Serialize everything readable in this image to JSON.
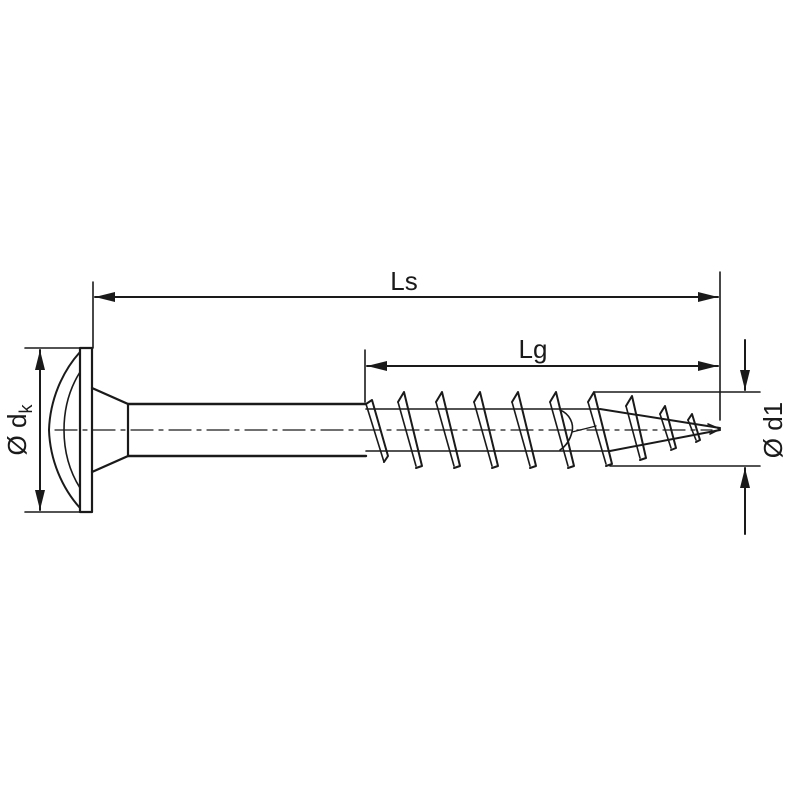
{
  "drawing": {
    "ink_color": "#1a1a1a",
    "background": "#ffffff",
    "labels": {
      "ls": "Ls",
      "lg": "Lg",
      "dk_prefix": "Ø d",
      "dk_subscript": "k",
      "d1": "Ø d1"
    }
  }
}
